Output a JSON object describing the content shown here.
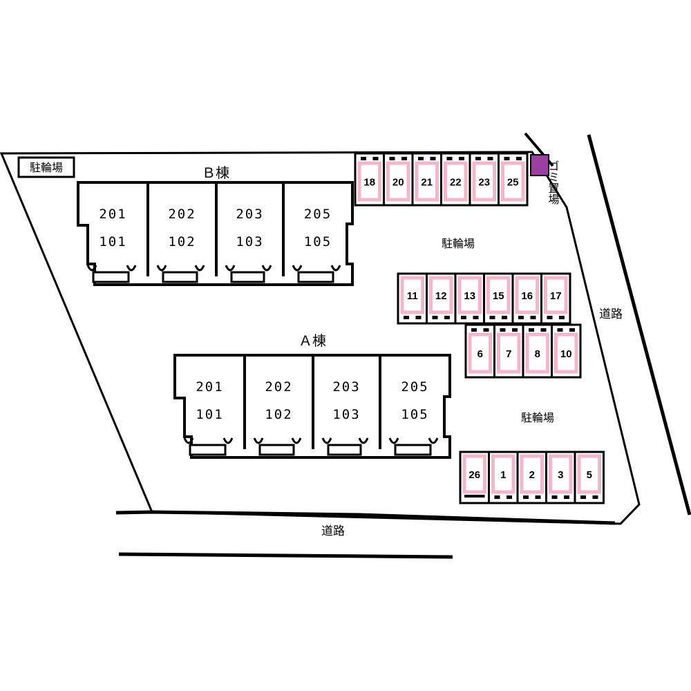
{
  "labels": {
    "bike_parking_corner": "駐輪場",
    "building_b": "Ｂ棟",
    "building_a": "Ａ棟",
    "parking_upper": "駐輪場",
    "parking_lower": "駐輪場",
    "road_right": "道路",
    "road_bottom": "道路",
    "garbage_area": "ゴミ置場"
  },
  "buildings": {
    "b": [
      {
        "upper": "201",
        "lower": "101"
      },
      {
        "upper": "202",
        "lower": "102"
      },
      {
        "upper": "203",
        "lower": "103"
      },
      {
        "upper": "205",
        "lower": "105"
      }
    ],
    "a": [
      {
        "upper": "201",
        "lower": "101"
      },
      {
        "upper": "202",
        "lower": "102"
      },
      {
        "upper": "203",
        "lower": "103"
      },
      {
        "upper": "205",
        "lower": "105"
      }
    ]
  },
  "parking": {
    "top_row": [
      "18",
      "20",
      "21",
      "22",
      "23",
      "25"
    ],
    "middle_row": [
      "11",
      "12",
      "13",
      "15",
      "16",
      "17"
    ],
    "second_row": [
      "6",
      "7",
      "8",
      "10"
    ],
    "bottom_row": [
      "26",
      "1",
      "2",
      "3",
      "5"
    ]
  },
  "colors": {
    "outline": "#000000",
    "slot_fill": "#f4b6c8",
    "garbage": "#9b3fa3"
  }
}
